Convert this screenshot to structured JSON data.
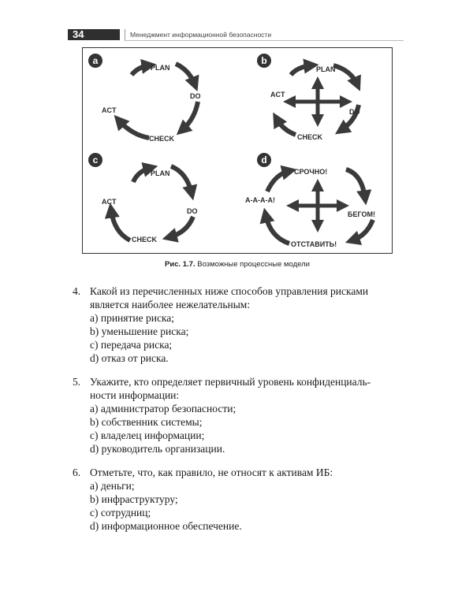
{
  "header": {
    "page_number": "34",
    "running_title": "Менеджмент информационной безопасности"
  },
  "figure": {
    "panels": [
      {
        "badge": "a",
        "labels": {
          "top": "PLAN",
          "right": "DO",
          "bottom": "CHECK",
          "left": "ACT"
        }
      },
      {
        "badge": "b",
        "labels": {
          "top": "PLAN",
          "right": "DO",
          "bottom": "CHECK",
          "left": "ACT"
        }
      },
      {
        "badge": "c",
        "labels": {
          "top": "PLAN",
          "right": "DO",
          "bottom": "CHECK",
          "left": "ACT"
        }
      },
      {
        "badge": "d",
        "labels": {
          "top": "СРОЧНО!",
          "right": "БЕГОМ!",
          "bottom": "ОТСТАВИТЬ!",
          "left": "А-А-А-А!"
        }
      }
    ],
    "caption_prefix": "Рис. 1.7.",
    "caption_text": "Возможные процессные модели"
  },
  "questions": [
    {
      "number": "4.",
      "lines": [
        "Какой из перечисленных ниже способов управления рисками",
        "является наиболее нежелательным:"
      ],
      "options": [
        "a) принятие риска;",
        "b) уменьшение риска;",
        "c) передача риска;",
        "d) отказ от риска."
      ]
    },
    {
      "number": "5.",
      "lines": [
        "Укажите, кто определяет первичный уровень конфиденциаль-",
        "ности информации:"
      ],
      "options": [
        "a) администратор безопасности;",
        "b) собственник системы;",
        "c) владелец информации;",
        "d) руководитель организации."
      ]
    },
    {
      "number": "6.",
      "lines": [
        "Отметьте, что, как правило, не относят к активам ИБ:"
      ],
      "options": [
        "a) деньги;",
        "b) инфраструктуру;",
        "c) сотрудниц;",
        "d) информационное обеспечение."
      ]
    }
  ]
}
